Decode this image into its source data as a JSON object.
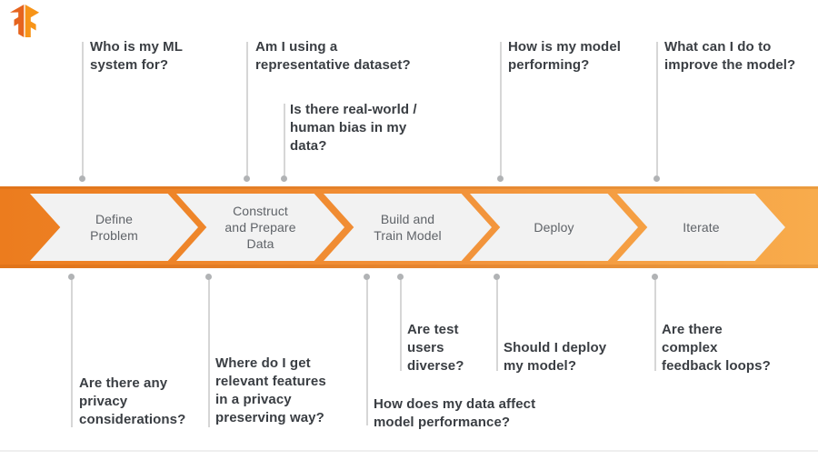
{
  "logo": {
    "icon": "tensorflow-logo"
  },
  "colors": {
    "banner_gradient_left": "#EC7C1E",
    "banner_gradient_right": "#F8AC4C",
    "chevron_fill": "#F2F2F2",
    "chevron_text": "#5F6368",
    "question_text": "#3A3E43",
    "connector_line": "#D6D6D6",
    "connector_dot": "#B1B3B5",
    "logo_dark_orange": "#E6641E",
    "logo_light_orange": "#F79418"
  },
  "pipeline": {
    "stages": [
      {
        "label": "Define\nProblem"
      },
      {
        "label": "Construct\nand Prepare\nData"
      },
      {
        "label": "Build and\nTrain Model"
      },
      {
        "label": "Deploy"
      },
      {
        "label": "Iterate"
      }
    ]
  },
  "top_questions": [
    {
      "text": "Who is my ML\nsystem for?"
    },
    {
      "text": "Am I using a\nrepresentative dataset?"
    },
    {
      "text": "Is there real-world /\nhuman bias in my\ndata?"
    },
    {
      "text": "How is my model\nperforming?"
    },
    {
      "text": "What can I do to\nimprove the model?"
    }
  ],
  "bottom_questions": [
    {
      "text": "Are there any\nprivacy\nconsiderations?"
    },
    {
      "text": "Where do I get\nrelevant features\nin a privacy\npreserving way?"
    },
    {
      "text": "How does my data affect\nmodel performance?"
    },
    {
      "text": "Are test\nusers\ndiverse?"
    },
    {
      "text": "Should I deploy\nmy model?"
    },
    {
      "text": "Are there\ncomplex\nfeedback loops?"
    }
  ]
}
